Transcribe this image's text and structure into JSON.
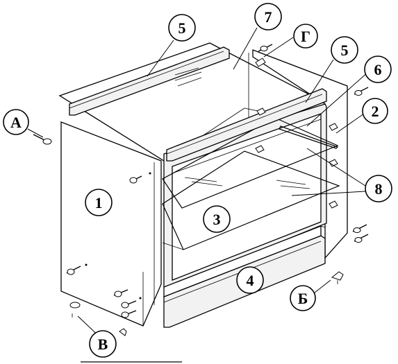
{
  "callouts": {
    "c1": "1",
    "c2": "2",
    "c3": "3",
    "c4": "4",
    "c5a": "5",
    "c5b": "5",
    "c6": "6",
    "c7": "7",
    "c8": "8",
    "cA": "А",
    "cB": "Б",
    "cV": "В",
    "cG": "Г"
  }
}
